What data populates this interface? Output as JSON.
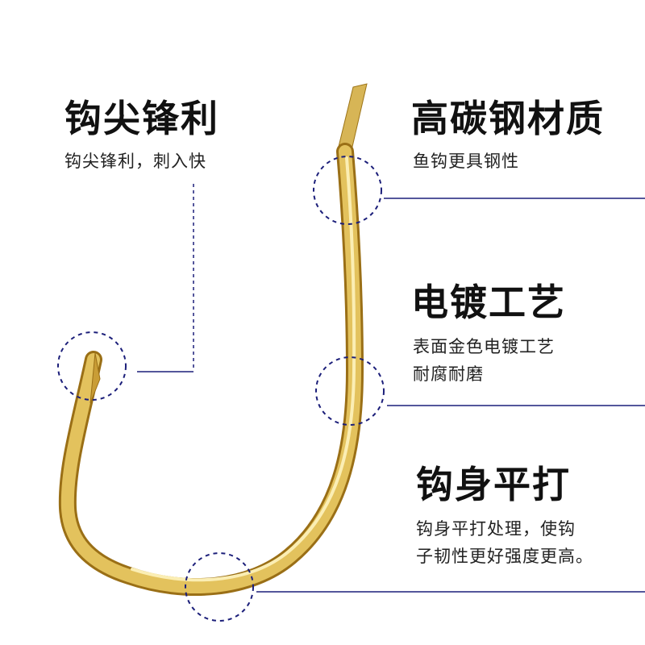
{
  "features": [
    {
      "title": "钩尖锋利",
      "description": [
        "钩尖锋利，刺入快"
      ]
    },
    {
      "title": "高碳钢材质",
      "description": [
        "鱼钩更具钢性"
      ]
    },
    {
      "title": "电镀工艺",
      "description": [
        "表面金色电镀工艺",
        "耐腐耐磨"
      ]
    },
    {
      "title": "钩身平打",
      "description": [
        "钩身平打处理，使钩",
        "子韧性更好强度更高。"
      ]
    }
  ],
  "colors": {
    "hook_gold_light": "#f3dc7c",
    "hook_gold_dark": "#a8791c",
    "callout_line": "#1c1f7a",
    "heading_text": "#111111",
    "body_text": "#222222"
  }
}
